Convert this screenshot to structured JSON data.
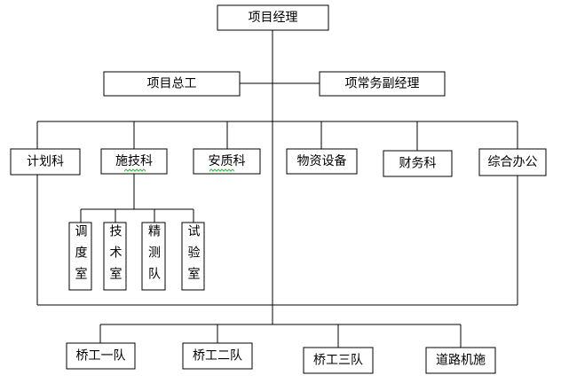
{
  "nodes": {
    "project_manager": "项目经理",
    "chief_engineer": "项目总工",
    "executive_deputy_manager": "项常务副经理",
    "planning_dept": "计划科",
    "construction_tech_dept": "施技科",
    "safety_quality_dept": "安质科",
    "materials_equipment": "物资设备",
    "finance_dept": "财务科",
    "general_office": "综合办公",
    "dispatch_room": "调度室",
    "technical_room": "技术室",
    "survey_team": "精测队",
    "testing_room": "试验室",
    "bridge_team_1": "桥工一队",
    "bridge_team_2": "桥工二队",
    "bridge_team_3": "桥工三队",
    "road_machinery": "道路机施"
  },
  "colors": {
    "line": "#000000",
    "box_fill": "#ffffff",
    "spellcheck_underline": "#3cb043"
  }
}
